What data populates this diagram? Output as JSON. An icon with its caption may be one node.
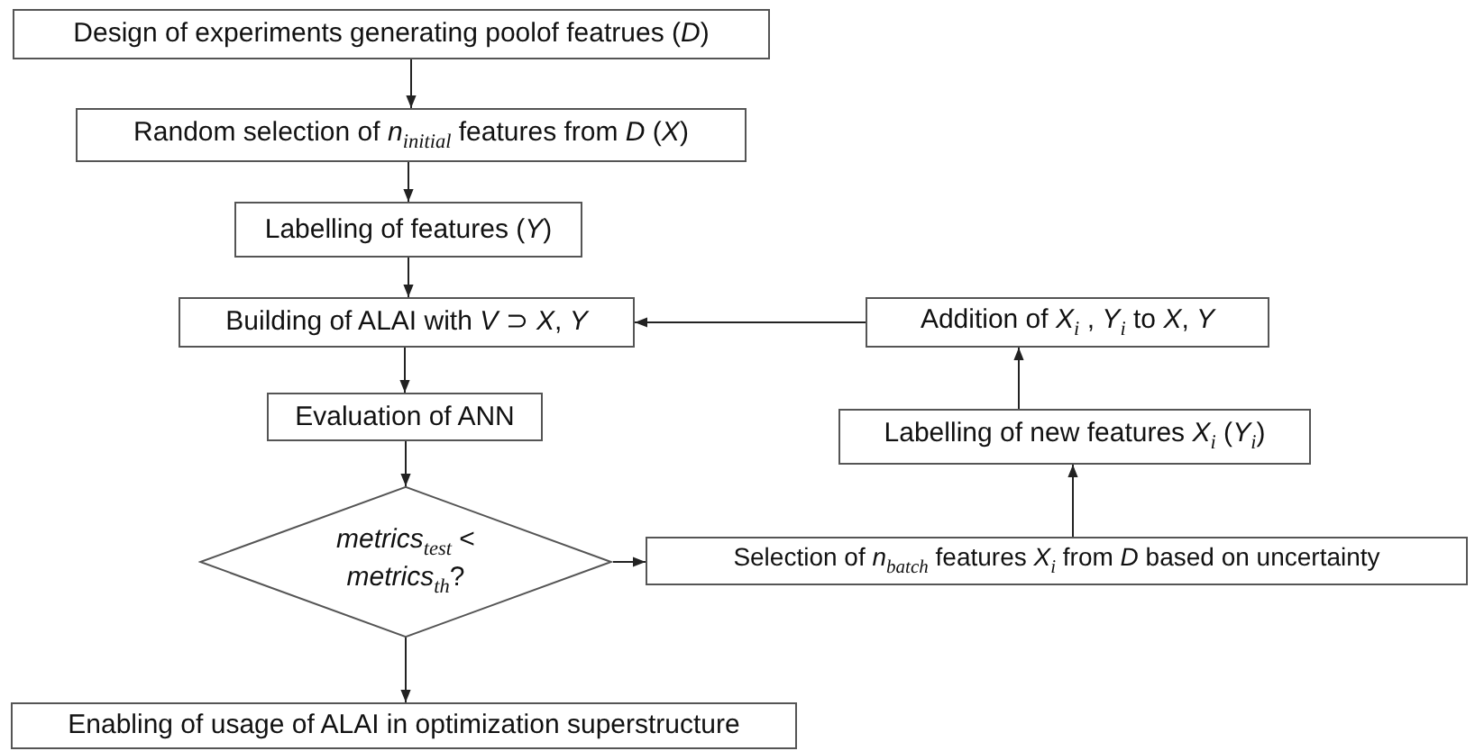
{
  "diagram": {
    "nodes": [
      {
        "text": [
          "Design of experiments generating poolof featrues (*D*)"
        ]
      },
      {
        "text": [
          "Random selection of *n*$_{initial}$ features from *D* (*X*)"
        ]
      },
      {
        "text": [
          "Labelling of features (*Y*)"
        ]
      },
      {
        "text": [
          "Building of ALAI with *V* ⊃ *X*, *Y*"
        ]
      },
      {
        "text": [
          "Evaluation of ANN"
        ]
      },
      {
        "text": [
          "*metrics*$_{test}$ < *metrics*$_{th}$?"
        ]
      },
      {
        "text": [
          "Selection of *n*$_{batch}$ features *X*$_{i}$ from *D* based on uncertainty"
        ]
      },
      {
        "text": [
          "Labelling of new features *X*$_{i}$ (*Y*$_{i}$)"
        ]
      },
      {
        "text": [
          "Addition of *X*$_{i}$ , *Y*$_{i}$ to *X*, *Y*"
        ]
      },
      {
        "text": [
          "Enabling of usage of ALAI in optimization superstructure"
        ]
      }
    ],
    "edges": [
      {
        "from": 0,
        "to": 1,
        "arrow": "to"
      },
      {
        "from": 1,
        "to": 2,
        "arrow": "to"
      },
      {
        "from": 2,
        "to": 3,
        "arrow": "to"
      },
      {
        "from": 3,
        "to": 4,
        "arrow": "to"
      },
      {
        "from": 4,
        "to": 5,
        "arrow": "to"
      },
      {
        "from": 5,
        "to": 6,
        "arrow": "to"
      },
      {
        "from": 6,
        "to": 7,
        "arrow": "to"
      },
      {
        "from": 7,
        "to": 8,
        "arrow": "to"
      },
      {
        "from": 8,
        "to": 3,
        "arrow": "to"
      },
      {
        "from": 5,
        "to": 9,
        "arrow": "to"
      }
    ]
  }
}
